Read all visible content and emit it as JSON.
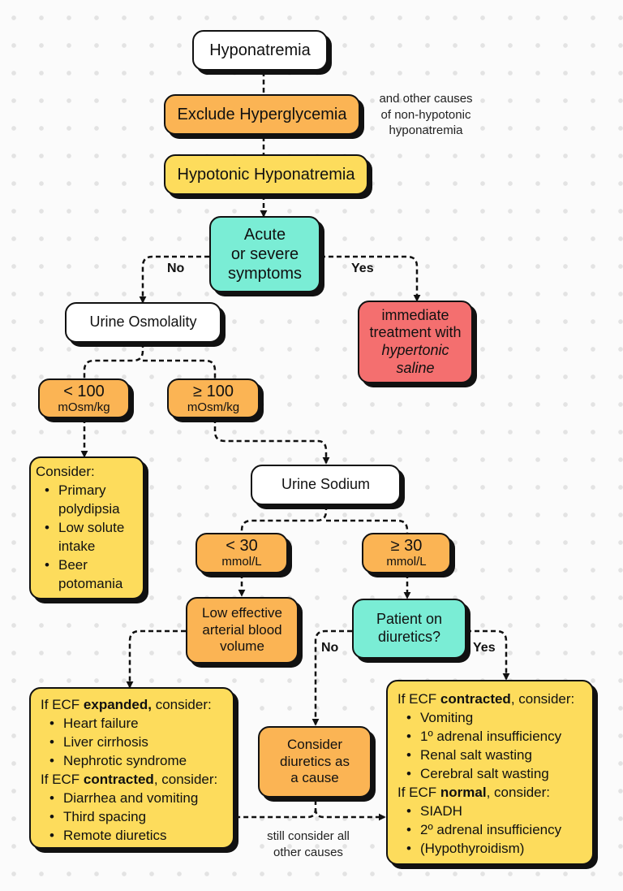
{
  "nodes": {
    "hyponatremia": "Hyponatremia",
    "exclude_hyperglycemia": "Exclude Hyperglycemia",
    "exclude_note": [
      "and other causes",
      "of non-hypotonic",
      "hyponatremia"
    ],
    "hypotonic": "Hypotonic Hyponatremia",
    "acute": [
      "Acute",
      "or severe",
      "symptoms"
    ],
    "immediate_treatment": [
      "immediate",
      "treatment with",
      "hypertonic",
      "saline"
    ],
    "urine_osmolality": "Urine Osmolality",
    "osm_low": {
      "value": "< 100",
      "unit": "mOsm/kg"
    },
    "osm_high": {
      "value": "≥ 100",
      "unit": "mOsm/kg"
    },
    "consider_low_osm": {
      "heading": "Consider:",
      "items": [
        [
          "Primary",
          "polydipsia"
        ],
        [
          "Low solute",
          "intake"
        ],
        [
          "Beer",
          "potomania"
        ]
      ]
    },
    "urine_sodium": "Urine Sodium",
    "na_low": {
      "value": "< 30",
      "unit": "mmol/L"
    },
    "na_high": {
      "value": "≥ 30",
      "unit": "mmol/L"
    },
    "low_eabv": [
      "Low effective",
      "arterial blood",
      "volume"
    ],
    "on_diuretics": [
      "Patient on",
      "diuretics?"
    ],
    "consider_diuretics": [
      "Consider",
      "diuretics as",
      "a cause"
    ],
    "left_box": {
      "expanded_pre": "If ECF ",
      "expanded_bold": "expanded,",
      "expanded_post": " consider:",
      "expanded_items": [
        "Heart failure",
        "Liver cirrhosis",
        "Nephrotic syndrome"
      ],
      "contracted_pre": "If ECF ",
      "contracted_bold": "contracted",
      "contracted_post": ", consider:",
      "contracted_items": [
        "Diarrhea and vomiting",
        "Third spacing",
        "Remote diuretics"
      ]
    },
    "right_box": {
      "contracted_pre": "If ECF ",
      "contracted_bold": "contracted",
      "contracted_post": ", consider:",
      "contracted_items": [
        "Vomiting",
        "1º adrenal insufficiency",
        "Renal salt wasting",
        "Cerebral salt wasting"
      ],
      "normal_pre": "If ECF ",
      "normal_bold": "normal",
      "normal_post": ", consider:",
      "normal_items": [
        "SIADH",
        "2º adrenal insufficiency",
        "(Hypothyroidism)"
      ]
    },
    "still_consider": [
      "still consider all",
      "other causes"
    ]
  },
  "edge_labels": {
    "acute_no": "No",
    "acute_yes": "Yes",
    "diuretics_no": "No",
    "diuretics_yes": "Yes"
  },
  "colors": {
    "white": "#ffffff",
    "orange": "#fbb454",
    "yellow": "#fddc5c",
    "teal": "#7aedd5",
    "red": "#f46f6f",
    "stroke": "#111111"
  }
}
